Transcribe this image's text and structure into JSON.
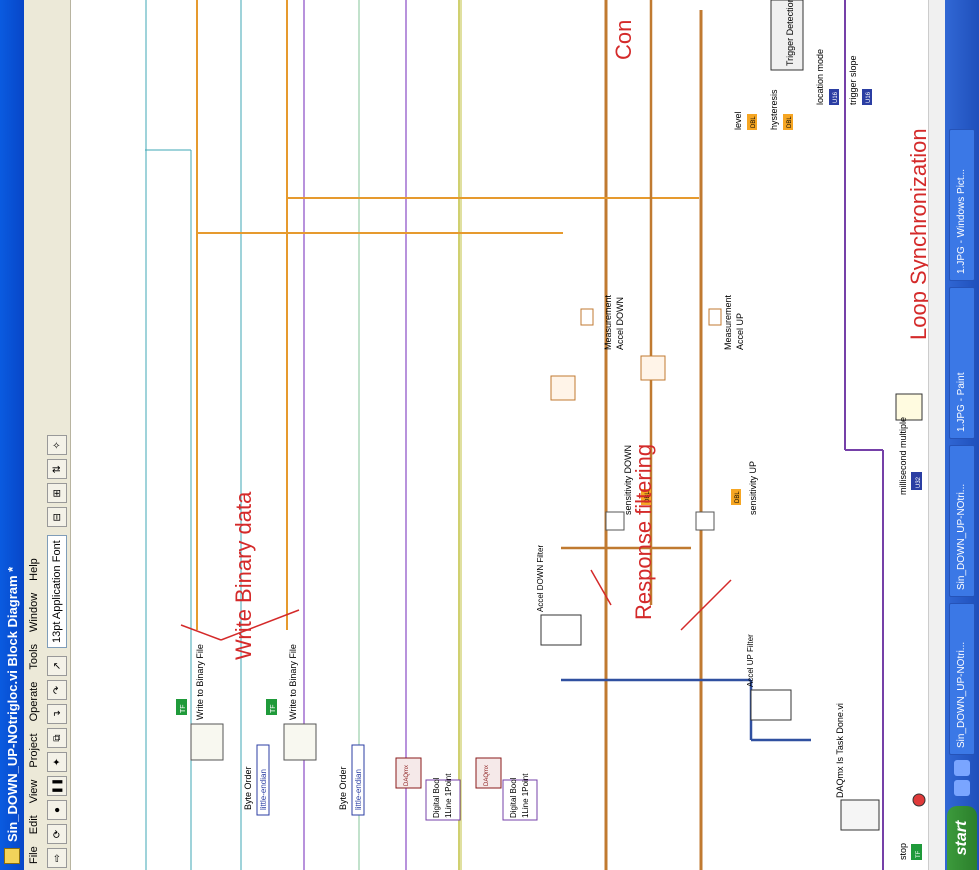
{
  "window": {
    "title": "Sin_DOWN_UP-NOtrigloc.vi Block Diagram *"
  },
  "menu": [
    "File",
    "Edit",
    "View",
    "Project",
    "Operate",
    "Tools",
    "Window",
    "Help"
  ],
  "toolbar": {
    "font": "13pt Application Font"
  },
  "annotations": {
    "write": "Write Binary data",
    "filter": "Response filtering",
    "sync": "Loop Synchronization",
    "con": "Con"
  },
  "labels": {
    "write_file_1": "Write to Binary File",
    "write_file_2": "Write to Binary File",
    "byte_order_1": "Byte Order",
    "byte_order_2": "Byte Order",
    "little_endian": "little-endian",
    "tf": "TF",
    "digital_bool": "Digital Bool",
    "line_point": "1Line 1Point",
    "daqmx": "DAQmx",
    "accel_down_filter": "Accel DOWN Filter",
    "accel_up_filter": "Accel UP Filter",
    "sensitivity_down": "sensitivity DOWN",
    "sensitivity_up": "sensitivity UP",
    "measurement_down_1": "Measurement",
    "measurement_down_2": "Accel DOWN",
    "measurement_up_1": "Measurement",
    "measurement_up_2": "Accel UP",
    "dbl": "DBL",
    "level": "level",
    "hysteresis": "hysteresis",
    "location_mode": "location mode",
    "trigger_slope": "trigger slope",
    "u16": "U16",
    "trigger_detection": "Trigger Detection fo",
    "millisecond_multiple": "millisecond multiple",
    "u32": "U32",
    "task_done": "DAQmx Is Task Done.vi",
    "stop": "stop"
  },
  "taskbar": {
    "start": "start",
    "tasks": [
      "Sin_DOWN_UP-NOtri...",
      "Sin_DOWN_UP-NOtri...",
      "1.JPG - Paint",
      "1.JPG - Windows Pict..."
    ]
  }
}
